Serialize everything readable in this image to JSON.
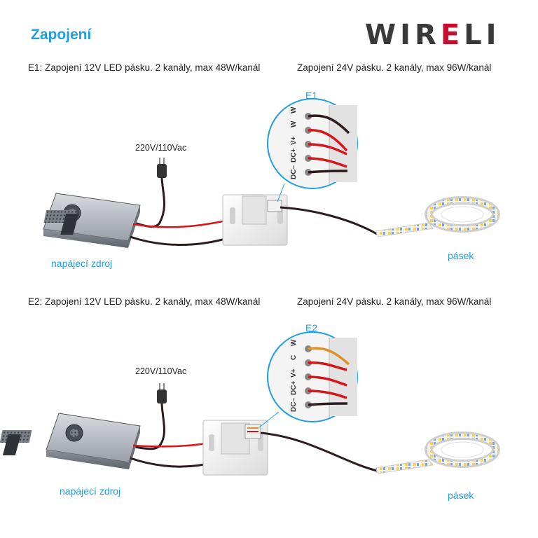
{
  "header": {
    "title": "Zapojení",
    "brand_main": "WIR",
    "brand_accent": "E",
    "brand_tail": "LI"
  },
  "e1": {
    "caption_left": "E1: Zapojení 12V LED pásku. 2 kanály,  max 48W/kanál",
    "caption_right": "Zapojení 24V pásku. 2 kanály, max 96W/kanál",
    "badge": "E1",
    "voltage": "220V/110Vac",
    "psu_label": "napájecí zdroj",
    "strip_label": "pásek",
    "terminals": [
      "W",
      "W",
      "V+",
      "DC+",
      "DC–"
    ]
  },
  "e2": {
    "caption_left": "E2: Zapojení 12V LED pásku. 2 kanály,  max 48W/kanál",
    "caption_right": "Zapojení 24V pásku. 2 kanály, max 96W/kanál",
    "badge": "E2",
    "voltage": "220V/110Vac",
    "psu_label": "napájecí zdroj",
    "strip_label": "pásek",
    "terminals": [
      "W",
      "C",
      "V+",
      "DC+",
      "DC–"
    ]
  },
  "colors": {
    "accent_blue": "#1f9ee2",
    "brand_red": "#c8102e",
    "wire_dark": "#2b1d1d",
    "wire_red": "#d7141a",
    "wire_orange": "#e0902a"
  }
}
